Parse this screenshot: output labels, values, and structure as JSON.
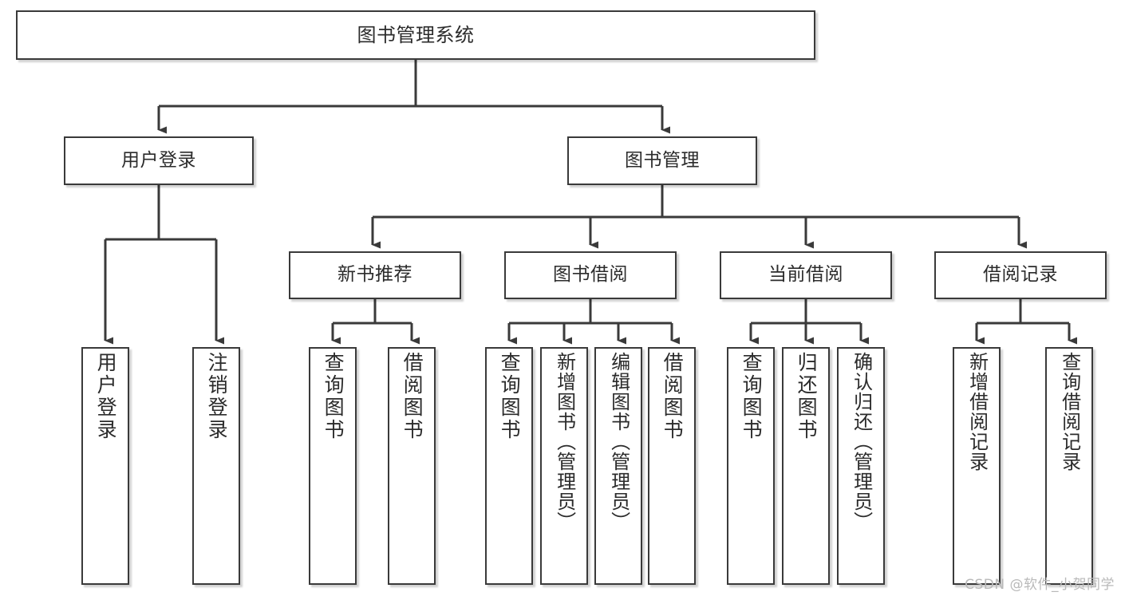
{
  "diagram": {
    "title": "图书管理系统",
    "type": "hierarchy-tree",
    "watermark": "CSDN @软件_小贺同学",
    "colors": {
      "box_border": "#3a3a3a",
      "box_fill": "#ffffff",
      "connector": "#3a3a3a",
      "text": "#2b2b2b",
      "watermark": "#b9b9b9"
    },
    "nodes": {
      "root": {
        "label": "图书管理系统"
      },
      "level2": [
        {
          "id": "user-login",
          "label": "用户登录"
        },
        {
          "id": "book-management",
          "label": "图书管理"
        }
      ],
      "level3": [
        {
          "id": "new-book-recommend",
          "label": "新书推荐"
        },
        {
          "id": "book-borrow",
          "label": "图书借阅"
        },
        {
          "id": "current-borrow",
          "label": "当前借阅"
        },
        {
          "id": "borrow-record",
          "label": "借阅记录"
        }
      ],
      "leaves": {
        "user_login": [
          {
            "id": "leaf-user-login",
            "label": "用户登录"
          },
          {
            "id": "leaf-logout",
            "label": "注销登录"
          }
        ],
        "new_book_recommend": [
          {
            "id": "leaf-query-book-1",
            "label": "查询图书"
          },
          {
            "id": "leaf-borrow-book-1",
            "label": "借阅图书"
          }
        ],
        "book_borrow": [
          {
            "id": "leaf-query-book-2",
            "label": "查询图书"
          },
          {
            "id": "leaf-add-book",
            "label": "新增图书（管理员）"
          },
          {
            "id": "leaf-edit-book",
            "label": "编辑图书（管理员）"
          },
          {
            "id": "leaf-borrow-book-2",
            "label": "借阅图书"
          }
        ],
        "current_borrow": [
          {
            "id": "leaf-query-book-3",
            "label": "查询图书"
          },
          {
            "id": "leaf-return-book",
            "label": "归还图书"
          },
          {
            "id": "leaf-confirm-return",
            "label": "确认归还（管理员）"
          }
        ],
        "borrow_record": [
          {
            "id": "leaf-add-record",
            "label": "新增借阅记录"
          },
          {
            "id": "leaf-query-record",
            "label": "查询借阅记录"
          }
        ]
      }
    }
  }
}
